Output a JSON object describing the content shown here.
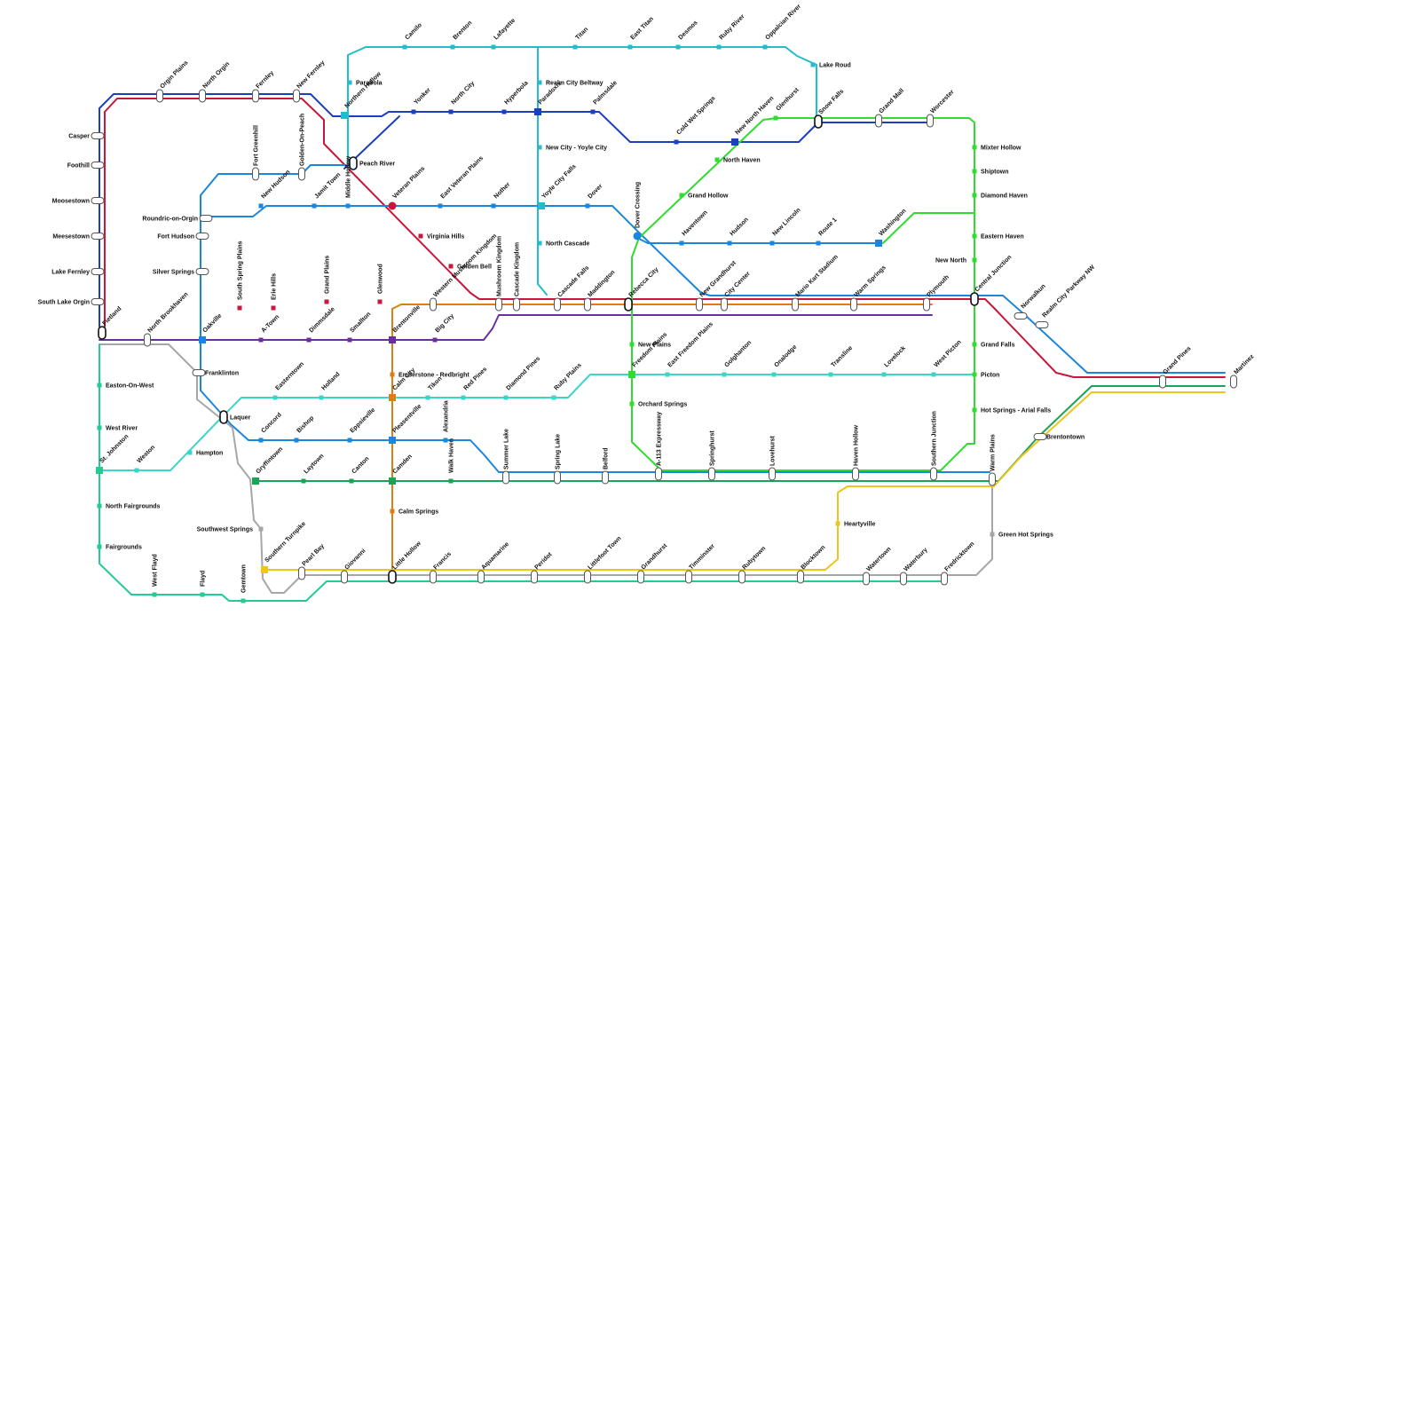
{
  "lines": [
    {
      "name": "red",
      "color": "#c8173c"
    },
    {
      "name": "navy",
      "color": "#1c3fbf"
    },
    {
      "name": "teal",
      "color": "#22bccc"
    },
    {
      "name": "sky",
      "color": "#1b86dd"
    },
    {
      "name": "purple",
      "color": "#6b2e9e"
    },
    {
      "name": "green",
      "color": "#2fdc2f"
    },
    {
      "name": "emerald",
      "color": "#1aa35a"
    },
    {
      "name": "turquoise",
      "color": "#3cd6c9"
    },
    {
      "name": "orange",
      "color": "#dc7f12"
    },
    {
      "name": "yellow",
      "color": "#efc51c"
    },
    {
      "name": "gray",
      "color": "#a6a6a6"
    },
    {
      "name": "mint",
      "color": "#22cc93"
    }
  ],
  "stations": [
    {
      "name": "Casper"
    },
    {
      "name": "Foothill"
    },
    {
      "name": "Moosestown"
    },
    {
      "name": "Meesestown"
    },
    {
      "name": "Lake Fernley"
    },
    {
      "name": "South Lake Orgin"
    },
    {
      "name": "Fietland"
    },
    {
      "name": "Orgin Plains"
    },
    {
      "name": "North Orgin"
    },
    {
      "name": "Fernley"
    },
    {
      "name": "New Fernley"
    },
    {
      "name": "Northern Hollow"
    },
    {
      "name": "Parabola"
    },
    {
      "name": "Camilo"
    },
    {
      "name": "Brenton"
    },
    {
      "name": "Lafayette"
    },
    {
      "name": "Titan"
    },
    {
      "name": "East Titan"
    },
    {
      "name": "Desmos"
    },
    {
      "name": "Ruby River"
    },
    {
      "name": "Oppalcian River"
    },
    {
      "name": "Lake Roud"
    },
    {
      "name": "Realm City Beltway"
    },
    {
      "name": "Yonker"
    },
    {
      "name": "North City"
    },
    {
      "name": "Hyperbola"
    },
    {
      "name": "Paradoxis"
    },
    {
      "name": "Palmsdale"
    },
    {
      "name": "Cold Wet Springs"
    },
    {
      "name": "New North Haven"
    },
    {
      "name": "Glenhurst"
    },
    {
      "name": "Snow Falls"
    },
    {
      "name": "Grand Mall"
    },
    {
      "name": "Worcester"
    },
    {
      "name": "Fort Greenhill"
    },
    {
      "name": "Golden-On-Peach"
    },
    {
      "name": "Peach River"
    },
    {
      "name": "New City - Yoyle City"
    },
    {
      "name": "North Haven"
    },
    {
      "name": "Mixter Hollow"
    },
    {
      "name": "Shiptown"
    },
    {
      "name": "Diamond Haven"
    },
    {
      "name": "New Hudson"
    },
    {
      "name": "Jamit Town"
    },
    {
      "name": "Veteran Plains"
    },
    {
      "name": "East Veteran Plains"
    },
    {
      "name": "Nother"
    },
    {
      "name": "Yoyle City Falls"
    },
    {
      "name": "Dover"
    },
    {
      "name": "Grand Hollow"
    },
    {
      "name": "Roundric-on-Orgin"
    },
    {
      "name": "Middle Hollow"
    },
    {
      "name": "Fort Hudson"
    },
    {
      "name": "Virginia Hills"
    },
    {
      "name": "Dover Crossing"
    },
    {
      "name": "Haventown"
    },
    {
      "name": "Hudson"
    },
    {
      "name": "New Lincoln"
    },
    {
      "name": "Route 1"
    },
    {
      "name": "Washington"
    },
    {
      "name": "Eastern Haven"
    },
    {
      "name": "North Cascade"
    },
    {
      "name": "South Spring Plains"
    },
    {
      "name": "Silver Springs"
    },
    {
      "name": "Western Mushroom Kingdom"
    },
    {
      "name": "Golden Bell"
    },
    {
      "name": "Mushroom Kingdom"
    },
    {
      "name": "Cascade Kingdom"
    },
    {
      "name": "Cascade Falls"
    },
    {
      "name": "Maddington"
    },
    {
      "name": "Rebecca City"
    },
    {
      "name": "New Grandhurst"
    },
    {
      "name": "City Center"
    },
    {
      "name": "Mario Kart Stadium"
    },
    {
      "name": "Warm Springs"
    },
    {
      "name": "Plymouth"
    },
    {
      "name": "New North"
    },
    {
      "name": "Central Junction"
    },
    {
      "name": "Erie Hills"
    },
    {
      "name": "Grand Plains"
    },
    {
      "name": "Glenwood"
    },
    {
      "name": "Norwalkun"
    },
    {
      "name": "North Brookhaven"
    },
    {
      "name": "Oakville"
    },
    {
      "name": "A-Town"
    },
    {
      "name": "Dimmsdale"
    },
    {
      "name": "Smallton"
    },
    {
      "name": "Brentonville"
    },
    {
      "name": "Big City"
    },
    {
      "name": "New Plains"
    },
    {
      "name": "Freedom Plains"
    },
    {
      "name": "East Freedom Plains"
    },
    {
      "name": "Golghanton"
    },
    {
      "name": "Onalodge"
    },
    {
      "name": "Transline"
    },
    {
      "name": "Lovelock"
    },
    {
      "name": "West Picton"
    },
    {
      "name": "Picton"
    },
    {
      "name": "Grand Falls"
    },
    {
      "name": "Realm City Parkway NW"
    },
    {
      "name": "Grand Pines"
    },
    {
      "name": "Martinez"
    },
    {
      "name": "Franklinton"
    },
    {
      "name": "Easton-On-West"
    },
    {
      "name": "Calm City"
    },
    {
      "name": "Emberstone - Redbright"
    },
    {
      "name": "Easterntown"
    },
    {
      "name": "Holland"
    },
    {
      "name": "Tikon"
    },
    {
      "name": "Red Pines"
    },
    {
      "name": "Diamond Pines"
    },
    {
      "name": "Ruby Plains"
    },
    {
      "name": "Orchard Springs"
    },
    {
      "name": "Hot Springs - Arial Falls"
    },
    {
      "name": "Laquer"
    },
    {
      "name": "West River"
    },
    {
      "name": "Concord"
    },
    {
      "name": "Bishop"
    },
    {
      "name": "Eppsieville"
    },
    {
      "name": "Pleasentville"
    },
    {
      "name": "Alexandria"
    },
    {
      "name": "A-113 Expressway"
    },
    {
      "name": "Springhurst"
    },
    {
      "name": "Lovehurst"
    },
    {
      "name": "Haven Hollow"
    },
    {
      "name": "Southern Junction"
    },
    {
      "name": "Warm Plains"
    },
    {
      "name": "Brentontown"
    },
    {
      "name": "St. Johnston"
    },
    {
      "name": "Weston"
    },
    {
      "name": "Hampton"
    },
    {
      "name": "Gryffintown"
    },
    {
      "name": "Laytown"
    },
    {
      "name": "Canton"
    },
    {
      "name": "Camden"
    },
    {
      "name": "Walk Haven"
    },
    {
      "name": "Summer Lake"
    },
    {
      "name": "Spring Lake"
    },
    {
      "name": "Belford"
    },
    {
      "name": "North Fairgrounds"
    },
    {
      "name": "Calm Springs"
    },
    {
      "name": "Heartyville"
    },
    {
      "name": "Southwest Springs"
    },
    {
      "name": "Southern Turnpike"
    },
    {
      "name": "Green Hot Springs"
    },
    {
      "name": "Fairgrounds"
    },
    {
      "name": "Pearl Bay"
    },
    {
      "name": "Giovanni"
    },
    {
      "name": "Little Hollow"
    },
    {
      "name": "Francis"
    },
    {
      "name": "Aquamarine"
    },
    {
      "name": "Peridot"
    },
    {
      "name": "Littlefoot Town"
    },
    {
      "name": "Grandhurst"
    },
    {
      "name": "Timminster"
    },
    {
      "name": "Rubytown"
    },
    {
      "name": "Blocktown"
    },
    {
      "name": "Watertown"
    },
    {
      "name": "Waterbury"
    },
    {
      "name": "Fredricktown"
    },
    {
      "name": "West Flayd"
    },
    {
      "name": "Flayd"
    },
    {
      "name": "Gemtown"
    }
  ]
}
